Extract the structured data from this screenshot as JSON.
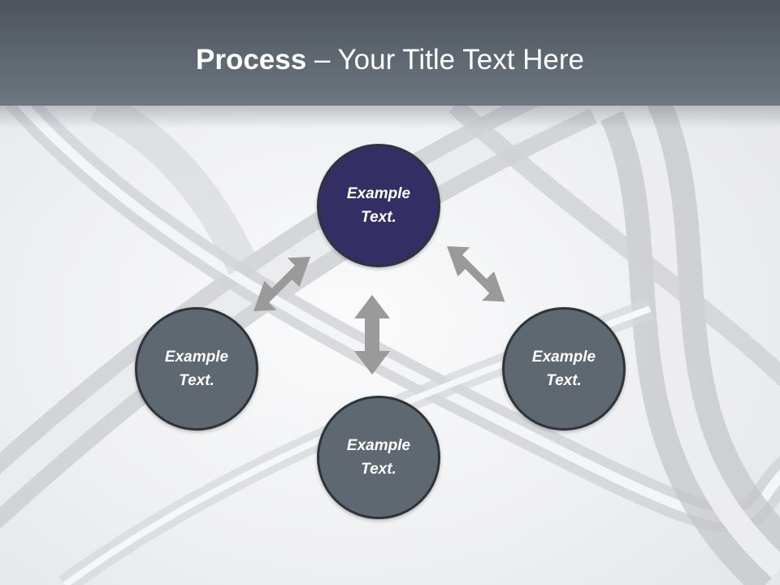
{
  "title": {
    "bold": "Process",
    "rest": " – Your Title Text Here"
  },
  "nodes": [
    {
      "line1": "Example",
      "line2": "Text.",
      "color": "#332f64"
    },
    {
      "line1": "Example",
      "line2": "Text.",
      "color": "#5f6770"
    },
    {
      "line1": "Example",
      "line2": "Text.",
      "color": "#5f6770"
    },
    {
      "line1": "Example",
      "line2": "Text.",
      "color": "#5f6770"
    }
  ],
  "colors": {
    "arrow": "#9a9a9a",
    "header": "#5f6770",
    "accent": "#332f64"
  }
}
